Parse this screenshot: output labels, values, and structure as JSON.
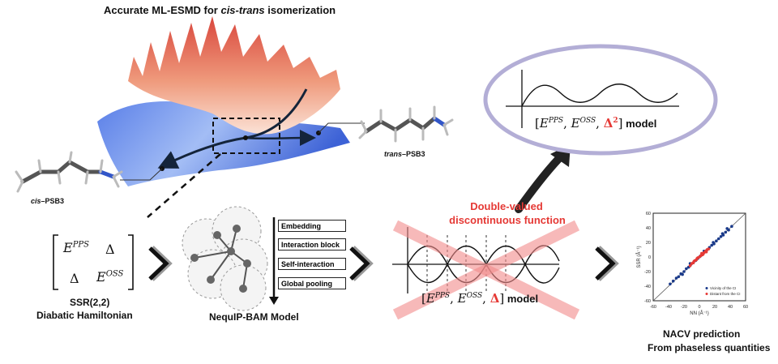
{
  "title": {
    "prefix": "Accurate ML-ESMD for ",
    "em": "cis-trans",
    "suffix": " isomerization"
  },
  "molecules": {
    "cis_em": "cis",
    "cis_rest": "–PSB3",
    "trans_em": "trans",
    "trans_rest": "–PSB3"
  },
  "hamiltonian": {
    "m11": "PPS",
    "m12": "Δ",
    "m21": "Δ",
    "m22": "OSS",
    "caption1": "SSR(2,2)",
    "caption2": "Diabatic Hamiltonian"
  },
  "nequip": {
    "caption": "NequIP-BAM Model",
    "blocks": [
      "Embedding",
      "Interaction block",
      "Self-interaction",
      "Global pooling"
    ]
  },
  "discontinuous": {
    "line1": "Double-valued",
    "line2": "discontinuous function"
  },
  "model_bad": {
    "pps": "PPS",
    "oss": "OSS",
    "delta": "Δ",
    "suffix": " model"
  },
  "model_good": {
    "pps": "PPS",
    "oss": "OSS",
    "delta": "Δ",
    "sup": "2",
    "suffix": " model"
  },
  "nacv": {
    "caption1": "NACV prediction",
    "caption2": "From phaseless quantities",
    "ylabel": "SSR (Å⁻¹)",
    "xlabel": "NN (Å⁻¹)",
    "legend": [
      "Vicinity of the CI",
      "Distant from the CI"
    ]
  },
  "chart_data": {
    "type": "scatter",
    "xlim": [
      -60,
      60
    ],
    "ylim": [
      -60,
      60
    ],
    "xticks": [
      -60,
      -40,
      -20,
      0,
      20,
      40,
      60
    ],
    "yticks": [
      -60,
      -40,
      -20,
      0,
      20,
      40,
      60
    ],
    "series": [
      {
        "name": "Vicinity of the CI",
        "color": "#1a3a8a",
        "points": [
          [
            -38,
            -37
          ],
          [
            -34,
            -33
          ],
          [
            -30,
            -29
          ],
          [
            -27,
            -27
          ],
          [
            -24,
            -23
          ],
          [
            -20,
            -20
          ],
          [
            -17,
            -16
          ],
          [
            -14,
            -14
          ],
          [
            -11,
            -10
          ],
          [
            -8,
            -8
          ],
          [
            -5,
            -5
          ],
          [
            -2,
            -2
          ],
          [
            1,
            1
          ],
          [
            4,
            4
          ],
          [
            7,
            7
          ],
          [
            10,
            10
          ],
          [
            13,
            13
          ],
          [
            16,
            16
          ],
          [
            19,
            18
          ],
          [
            22,
            22
          ],
          [
            25,
            25
          ],
          [
            28,
            28
          ],
          [
            31,
            30
          ],
          [
            34,
            34
          ],
          [
            38,
            37
          ],
          [
            42,
            42
          ],
          [
            -22,
            -24
          ],
          [
            -12,
            -9
          ],
          [
            6,
            8
          ],
          [
            18,
            20
          ],
          [
            30,
            32
          ],
          [
            36,
            39
          ]
        ]
      },
      {
        "name": "Distant from the CI",
        "color": "#e53935",
        "points": [
          [
            -12,
            -12
          ],
          [
            -10,
            -9
          ],
          [
            -8,
            -8
          ],
          [
            -6,
            -5
          ],
          [
            -4,
            -4
          ],
          [
            -2,
            -1
          ],
          [
            0,
            0
          ],
          [
            2,
            2
          ],
          [
            4,
            3
          ],
          [
            6,
            6
          ],
          [
            8,
            8
          ],
          [
            10,
            10
          ],
          [
            12,
            11
          ],
          [
            -7,
            -6
          ],
          [
            3,
            5
          ],
          [
            9,
            7
          ],
          [
            -3,
            -2
          ],
          [
            5,
            4
          ]
        ]
      }
    ]
  }
}
